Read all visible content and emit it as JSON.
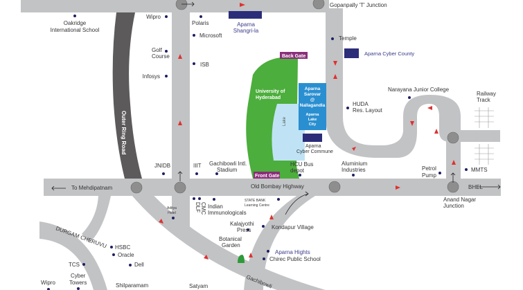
{
  "title": "Location Map",
  "colors": {
    "road": "#c2c3c5",
    "ring_road": "#5d5a5b",
    "junction": "#8e8e8e",
    "campus": "#4cae3c",
    "lake": "#bfe3f5",
    "project": "#2a8fd1",
    "project_dark": "#2b2d79",
    "gate": "#8a2f7a",
    "marker": "#1f2060",
    "direction": "#e03030"
  },
  "roads": {
    "outer_ring_road": "Outer Ring Road",
    "old_bombay_highway": "Old Bombay Highway",
    "to_mehdipatnam": "To Mehdipatnam",
    "durgam_cheruvu": "DURGAM CHERUVU",
    "gachibowli": "Gachibowli",
    "bhel": "BHEL",
    "gopanpally_junction": "Gopanpally 'T' Junction",
    "anand_nagar_junction_1": "Anand Nagar",
    "anand_nagar_junction_2": "Junction",
    "railway_track_1": "Railway",
    "railway_track_2": "Track"
  },
  "projects": {
    "shangrila_1": "Aparna",
    "shangrila_2": "Shangri-la",
    "cyber_county": "Aparna Cyber County",
    "sarovar_1": "Aparna",
    "sarovar_2": "Sarovar",
    "sarovar_3": "@",
    "sarovar_4": "Nallagandla",
    "lake_city_1": "Aparna",
    "lake_city_2": "Lake",
    "lake_city_3": "City",
    "cyber_commune_1": "Aparna",
    "cyber_commune_2": "Cyber Commune",
    "hights": "Aparna Hights"
  },
  "campus": {
    "name_1": "University of",
    "name_2": "Hyderabad",
    "back_gate": "Back Gate",
    "front_gate": "Front Gate",
    "lake": "Lake"
  },
  "landmarks": {
    "oakridge_1": "Oakridge",
    "oakridge_2": "International School",
    "wipro": "Wipro",
    "polaris": "Polaris",
    "microsoft": "Microsoft",
    "golf_1": "Golf",
    "golf_2": "Course",
    "isb": "ISB",
    "infosys": "Infosys",
    "temple": "Temple",
    "narayana": "Narayana Junior College",
    "huda_1": "HUDA",
    "huda_2": "Res. Layout",
    "jnidb": "JNIDB",
    "iiit": "IIIT",
    "stadium_1": "Gachibowli Intl.",
    "stadium_2": "Stadium",
    "hcu_1": "HCU Bus",
    "hcu_2": "depot",
    "aluminium_1": "Aluminium",
    "aluminium_2": "Industries",
    "petrol_1": "Petrol",
    "petrol_2": "Pump",
    "mmts": "MMTS",
    "aditya_1": "Aditya",
    "aditya_2": "Hotel",
    "dlf": "DLF",
    "cmc": "CMC",
    "indian_immuno_1": "Indian",
    "indian_immuno_2": "Immunologicals",
    "sbi_1": "STATE BANK",
    "sbi_2": "Learning Centre",
    "kalajyothi_1": "Kalajyothi",
    "kalajyothi_2": "Press",
    "kondapur": "Kondapur Village",
    "botanical_1": "Botanical",
    "botanical_2": "Garden",
    "chirec": "Chirec Public School",
    "hsbc": "HSBC",
    "oracle": "Oracle",
    "dell": "Dell",
    "tcs": "TCS",
    "cyber_towers_1": "Cyber",
    "cyber_towers_2": "Towers",
    "wipro_2": "Wipro",
    "shilparamam": "Shilparamam",
    "satyam": "Satyam"
  }
}
